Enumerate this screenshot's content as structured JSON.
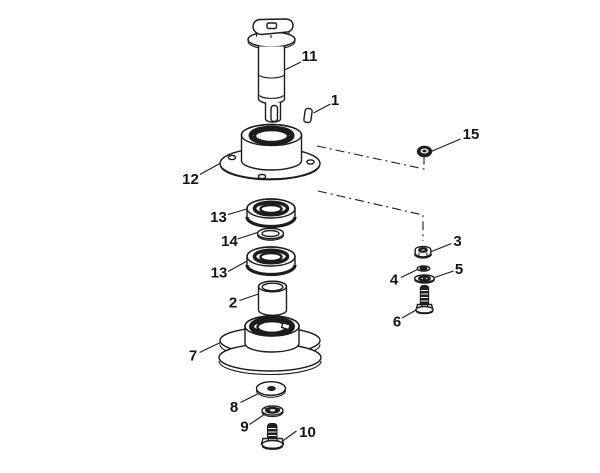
{
  "figure": {
    "background_color": "#ffffff",
    "line_color": "#1c1c1c",
    "dark_fill_color": "#1f1f1f",
    "callouts": [
      {
        "number": "1"
      },
      {
        "number": "2"
      },
      {
        "number": "3"
      },
      {
        "number": "4"
      },
      {
        "number": "5"
      },
      {
        "number": "6"
      },
      {
        "number": "7"
      },
      {
        "number": "8"
      },
      {
        "number": "9"
      },
      {
        "number": "10"
      },
      {
        "number": "11"
      },
      {
        "number": "12"
      },
      {
        "number": "13"
      },
      {
        "number": "13"
      },
      {
        "number": "14"
      },
      {
        "number": "15"
      }
    ]
  }
}
